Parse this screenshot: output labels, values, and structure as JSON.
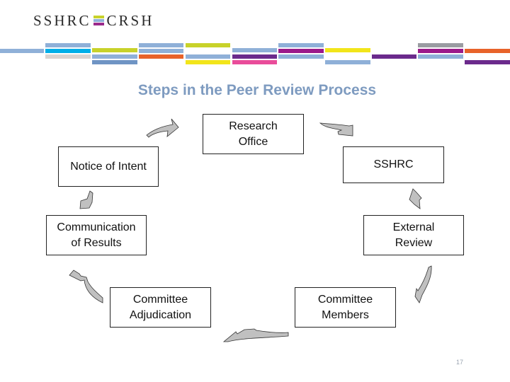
{
  "header": {
    "logo_left": "SSHRC",
    "logo_right": "CRSH",
    "logo_mark_colors": [
      "#c8d22a",
      "#8fb0d8",
      "#9b2a8c"
    ]
  },
  "colors": {
    "title": "#7e9bc0",
    "arrow_fill": "#c0c0c0",
    "box_border": "#222222"
  },
  "diagram": {
    "title": "Steps in the Peer Review Process",
    "steps": [
      {
        "id": "research-office",
        "label": "Research\nOffice"
      },
      {
        "id": "sshrc",
        "label": "SSHRC"
      },
      {
        "id": "external-review",
        "label": "External\nReview"
      },
      {
        "id": "committee-members",
        "label": "Committee\nMembers"
      },
      {
        "id": "committee-adjudication",
        "label": "Committee\nAdjudication"
      },
      {
        "id": "communication-of-results",
        "label": "Communication\nof Results"
      },
      {
        "id": "notice-of-intent",
        "label": "Notice of Intent"
      }
    ],
    "flow": [
      [
        "notice-of-intent",
        "research-office"
      ],
      [
        "research-office",
        "sshrc"
      ],
      [
        "sshrc",
        "external-review"
      ],
      [
        "external-review",
        "committee-members"
      ],
      [
        "committee-members",
        "committee-adjudication"
      ],
      [
        "committee-adjudication",
        "communication-of-results"
      ],
      [
        "communication-of-results",
        "notice-of-intent"
      ]
    ]
  },
  "footer": {
    "page_number": "17"
  }
}
